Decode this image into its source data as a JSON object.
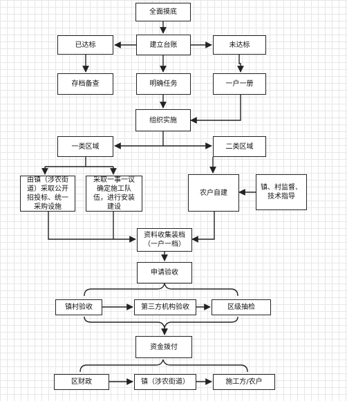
{
  "diagram": {
    "nodes": {
      "survey": "全面摸底",
      "ledger": "建立台账",
      "reached": "已达标",
      "not_reached": "未达标",
      "archive": "存档备查",
      "clarify_task": "明确任务",
      "one_household_one_book": "一户一册",
      "organize": "组织实施",
      "zone1": "一类区域",
      "zone2": "二类区域",
      "town_procure": "由镇（涉农街\n道）采取公开\n招投标、统一\n采购设施",
      "one_matter": "采取一事一议\n确定施工队\n伍，进行安装\n建设",
      "self_build": "农户自建",
      "supervision": "镇、村监督、\n技术指导",
      "archive_collect": "资料收集装档\n（一户一档）",
      "apply_accept": "申请验收",
      "town_village_accept": "镇村验收",
      "third_party_accept": "第三方机构验收",
      "district_check": "区级抽检",
      "fund_allocation": "资金拨付",
      "district_finance": "区财政",
      "town_street": "镇（涉农街道）",
      "builder_farmer": "施工方/农户"
    }
  }
}
